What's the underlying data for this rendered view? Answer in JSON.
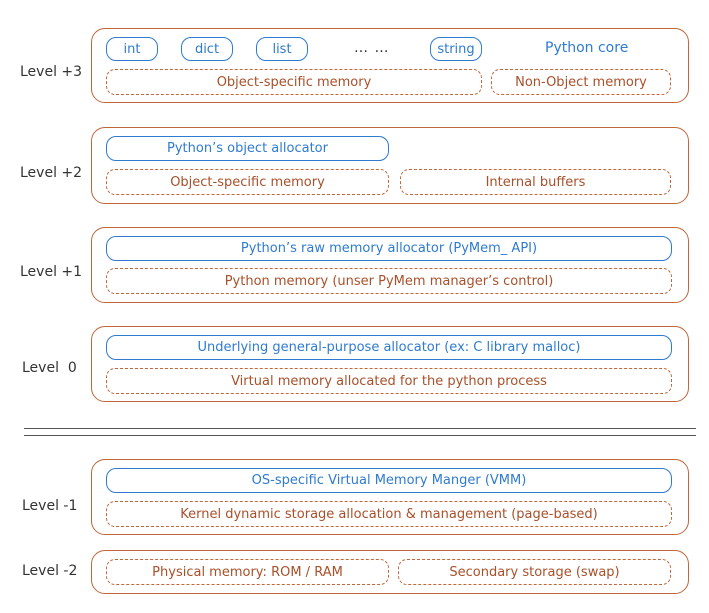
{
  "levels": {
    "l3": {
      "label": "Level +3",
      "pills": [
        "int",
        "dict",
        "list",
        "string"
      ],
      "ellipsis": "… …",
      "core": "Python core",
      "dashed": [
        "Object-specific memory",
        "Non-Object memory"
      ]
    },
    "l2": {
      "label": "Level +2",
      "pill": "Python’s object allocator",
      "dashed": [
        "Object-specific memory",
        "Internal buffers"
      ]
    },
    "l1": {
      "label": "Level +1",
      "pill": "Python’s raw memory allocator (PyMem_ API)",
      "dashed": "Python memory (unser PyMem manager’s control)"
    },
    "l0": {
      "label": "Level  0",
      "pill": "Underlying general-purpose allocator (ex: C library malloc)",
      "dashed": "Virtual memory allocated for the python process"
    },
    "lm1": {
      "label": "Level -1",
      "pill": "OS-specific Virtual Memory Manger (VMM)",
      "dashed": "Kernel dynamic storage allocation & management (page-based)"
    },
    "lm2": {
      "label": "Level -2",
      "dashed": [
        "Physical memory: ROM / RAM",
        "Secondary storage (swap)"
      ]
    }
  },
  "colors": {
    "panel_border": "#c0663a",
    "pill_blue": "#2e7bcf",
    "dashed_text": "#a8502a"
  }
}
